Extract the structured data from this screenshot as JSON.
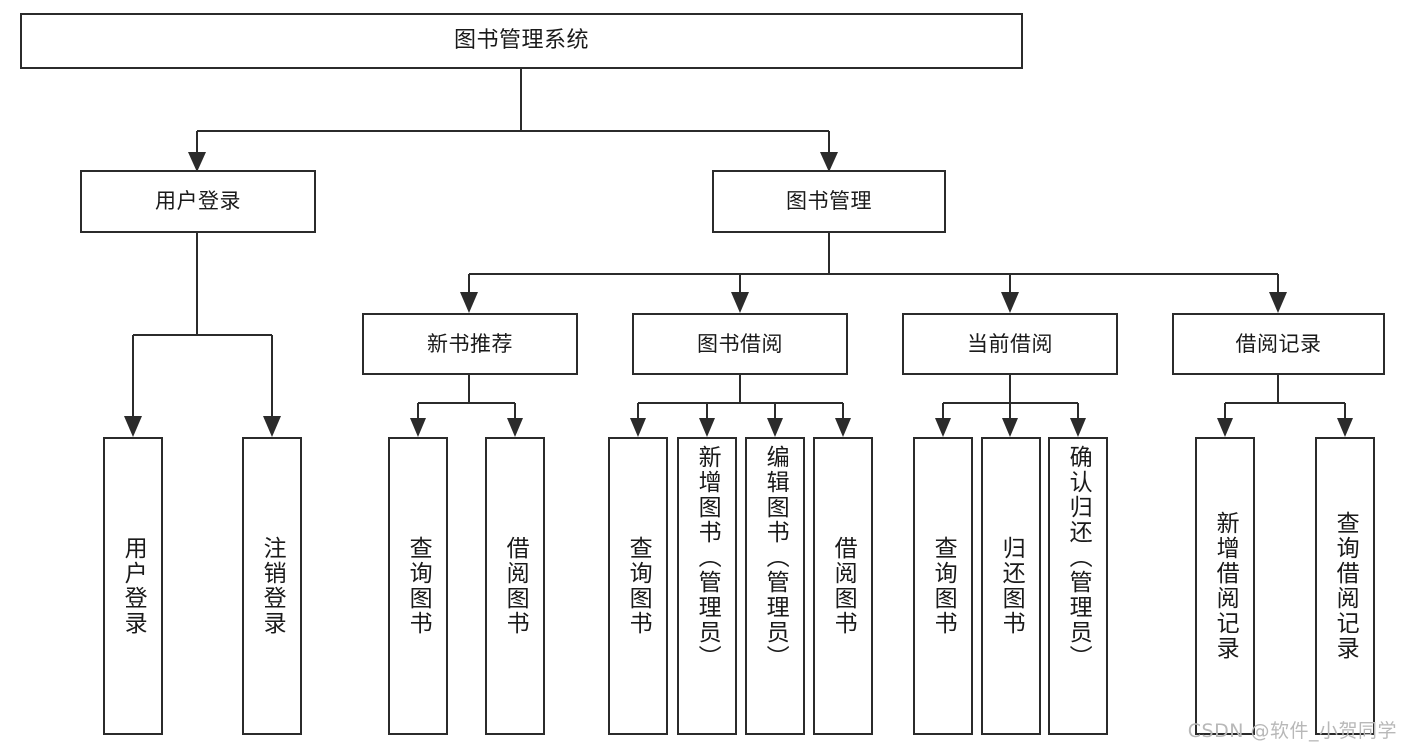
{
  "diagram": {
    "kind": "hierarchy-tree",
    "title": "图书管理系统",
    "watermark": "CSDN @软件_小贺同学",
    "colors": {
      "stroke": "#2b2b2b",
      "fill": "#ffffff",
      "text": "#1a1a1a",
      "watermark": "#b8b8b8"
    },
    "nodes": {
      "root": {
        "label": "图书管理系统"
      },
      "level2": [
        {
          "id": "user-login",
          "label": "用户登录"
        },
        {
          "id": "book-manage",
          "label": "图书管理"
        }
      ],
      "level3": [
        {
          "id": "new-book-recommend",
          "label": "新书推荐"
        },
        {
          "id": "book-borrow",
          "label": "图书借阅"
        },
        {
          "id": "current-borrow",
          "label": "当前借阅"
        },
        {
          "id": "borrow-record",
          "label": "借阅记录"
        }
      ],
      "leaves": {
        "user-login": [
          {
            "id": "leaf-user-login",
            "label": "用户登录"
          },
          {
            "id": "leaf-logout-login",
            "label": "注销登录"
          }
        ],
        "new-book-recommend": [
          {
            "id": "leaf-query-book-1",
            "label": "查询图书"
          },
          {
            "id": "leaf-borrow-book-1",
            "label": "借阅图书"
          }
        ],
        "book-borrow": [
          {
            "id": "leaf-query-book-2",
            "label": "查询图书"
          },
          {
            "id": "leaf-add-book-admin",
            "label": "新增图书（管理员）"
          },
          {
            "id": "leaf-edit-book-admin",
            "label": "编辑图书（管理员）"
          },
          {
            "id": "leaf-borrow-book-2",
            "label": "借阅图书"
          }
        ],
        "current-borrow": [
          {
            "id": "leaf-query-book-3",
            "label": "查询图书"
          },
          {
            "id": "leaf-return-book",
            "label": "归还图书"
          },
          {
            "id": "leaf-confirm-return-admin",
            "label": "确认归还（管理员）"
          }
        ],
        "borrow-record": [
          {
            "id": "leaf-add-borrow-record",
            "label": "新增借阅记录"
          },
          {
            "id": "leaf-query-borrow-record",
            "label": "查询借阅记录"
          }
        ]
      }
    }
  }
}
